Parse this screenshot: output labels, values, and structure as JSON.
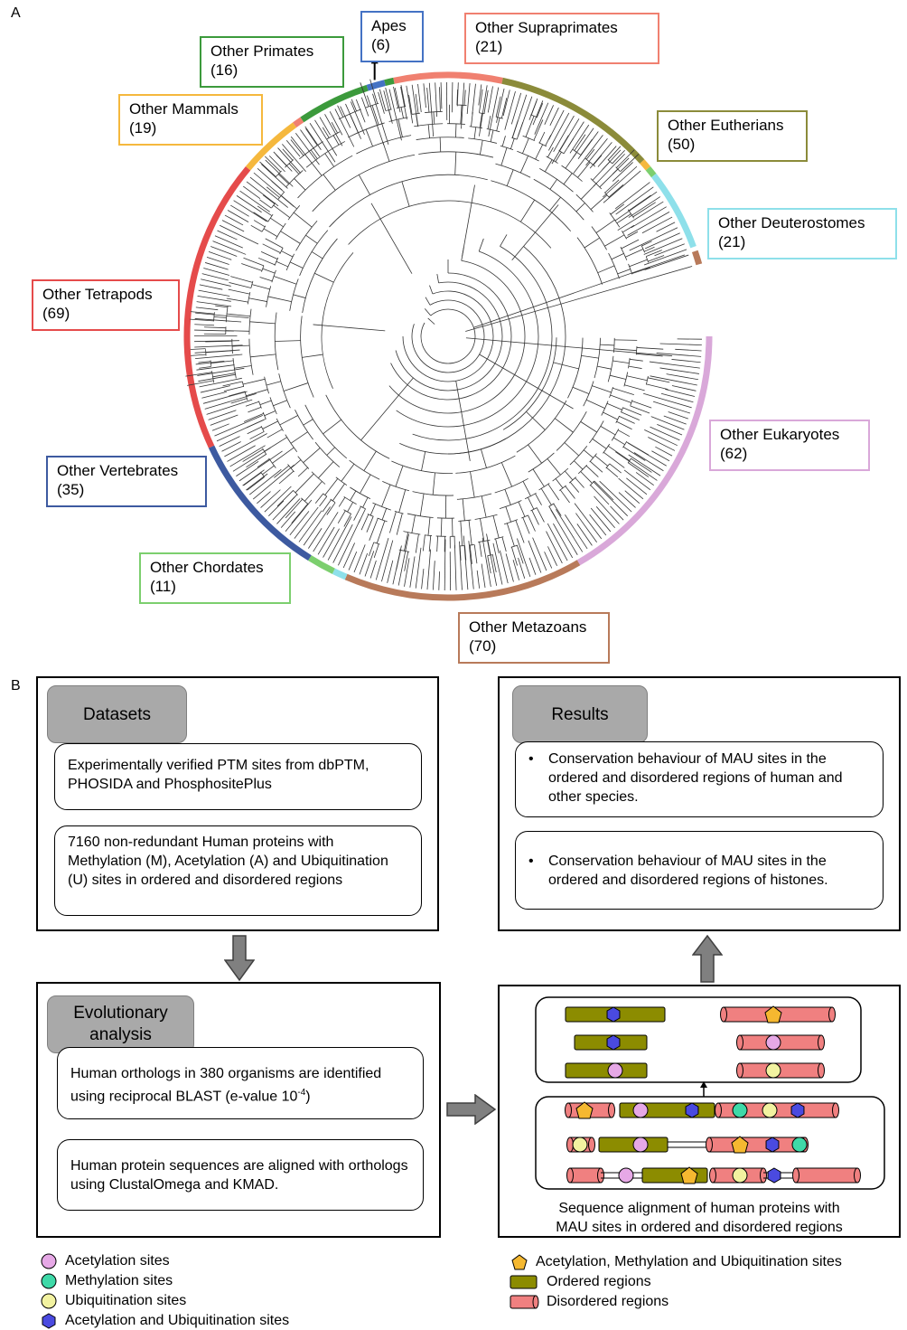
{
  "panel_a": {
    "letter": "A",
    "clades": [
      {
        "id": "apes",
        "name": "Apes",
        "count": "(6)",
        "color": "#4472c4"
      },
      {
        "id": "other-supraprimates",
        "name": "Other Supraprimates",
        "count": "(21)",
        "color": "#f08070"
      },
      {
        "id": "other-primates",
        "name": "Other Primates",
        "count": "(16)",
        "color": "#3c9a3c"
      },
      {
        "id": "other-mammals",
        "name": "Other Mammals",
        "count": "(19)",
        "color": "#f5b83d"
      },
      {
        "id": "other-eutherians",
        "name": "Other Eutherians",
        "count": "(50)",
        "color": "#8b8b3a"
      },
      {
        "id": "other-deuterostomes",
        "name": "Other Deuterostomes",
        "count": "(21)",
        "color": "#8ee0ea"
      },
      {
        "id": "other-tetrapods",
        "name": "Other Tetrapods",
        "count": "(69)",
        "color": "#e54b4b"
      },
      {
        "id": "other-eukaryotes",
        "name": "Other Eukaryotes",
        "count": "(62)",
        "color": "#d9a8d9"
      },
      {
        "id": "other-vertebrates",
        "name": "Other Vertebrates",
        "count": "(35)",
        "color": "#3d5aa0"
      },
      {
        "id": "other-chordates",
        "name": "Other Chordates",
        "count": "(11)",
        "color": "#7ccf6e"
      },
      {
        "id": "other-metazoans",
        "name": "Other Metazoans",
        "count": "(70)",
        "color": "#b87a5a"
      }
    ]
  },
  "panel_b": {
    "letter": "B",
    "datasets": {
      "tag": "Datasets",
      "box1": "Experimentally verified PTM sites from dbPTM, PHOSIDA and PhosphositePlus",
      "box2": "7160 non-redundant Human proteins with Methylation (M), Acetylation (A) and Ubiquitination (U) sites in ordered and disordered regions"
    },
    "evolutionary": {
      "tag_line1": "Evolutionary",
      "tag_line2": "analysis",
      "box1_main": "Human orthologs in 380 organisms are identified using reciprocal BLAST (e-value 10",
      "box1_sup": "-4",
      "box1_end": ")",
      "box2": "Human protein sequences are aligned with orthologs using ClustalOmega and KMAD."
    },
    "results": {
      "tag": "Results",
      "bullet_symbol": "•",
      "bullet1": "Conservation behaviour of MAU sites in the ordered and disordered regions of human and other species.",
      "bullet2": "Conservation behaviour of MAU sites in the ordered and disordered regions of histones."
    },
    "alignment_caption_line1": "Sequence alignment of human proteins with",
    "alignment_caption_line2": "MAU sites in ordered and disordered regions",
    "legend": {
      "acetylation": "Acetylation sites",
      "methylation": "Methylation sites",
      "ubiquitination": "Ubiquitination sites",
      "acetyl_ubiq": "Acetylation and Ubiquitination sites",
      "amu": "Acetylation, Methylation and Ubiquitination sites",
      "ordered": "Ordered regions",
      "disordered": "Disordered regions"
    },
    "colors": {
      "acetylation": "#e6a8e6",
      "methylation": "#3fd9a8",
      "ubiquitination": "#f2f2a0",
      "acetyl_ubiq": "#4a4ae0",
      "amu": "#f5b830",
      "ordered": "#8c8c00",
      "disordered": "#f08080",
      "tag_grey": "#a9a9a9",
      "arrow_grey": "#808080"
    }
  }
}
